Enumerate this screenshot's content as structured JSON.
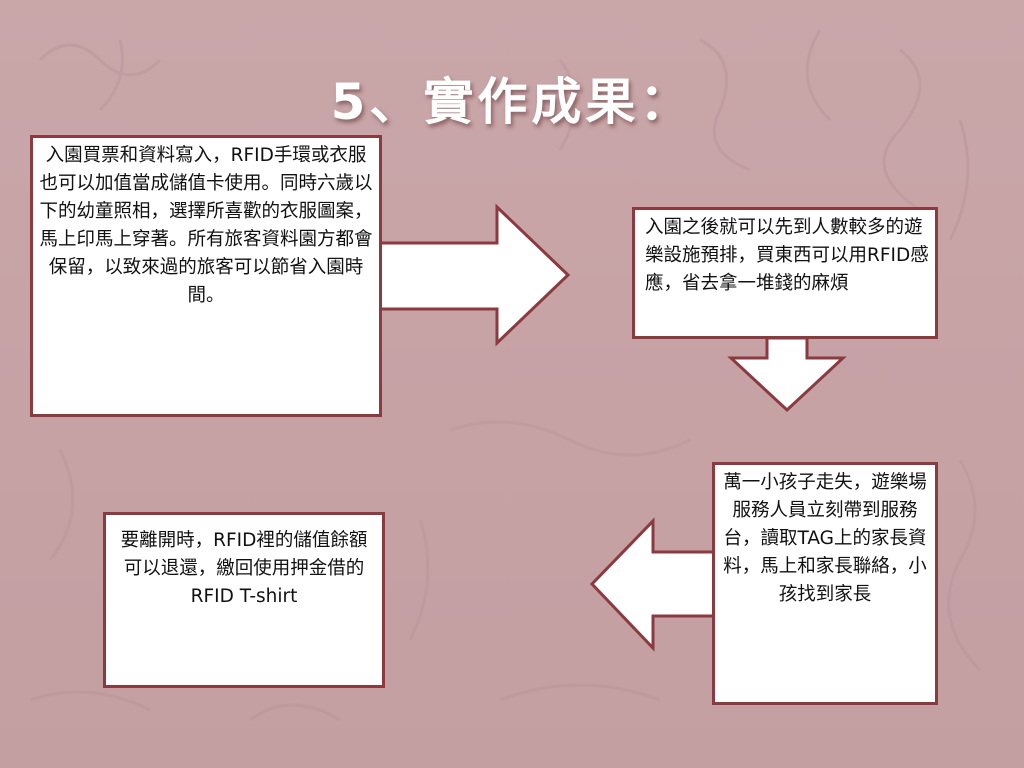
{
  "slide": {
    "title": "5、實作成果：",
    "colors": {
      "background": "#c7a3a6",
      "box_border": "#8b3a3f",
      "arrow_fill": "#ffffff",
      "title_color": "#ffffff"
    },
    "boxes": {
      "ticketing": "入園買票和資料寫入，RFID手環或衣服也可以加值當成儲值卡使用。同時六歲以下的幼童照相，選擇所喜歡的衣服圖案，馬上印馬上穿著。所有旅客資料園方都會保留，以致來過的旅客可以節省入園時間。",
      "reservation": "入園之後就可以先到人數較多的遊樂設施預排，買東西可以用RFID感應，省去拿一堆錢的麻煩",
      "lost_child": "萬一小孩子走失，遊樂場服務人員立刻帶到服務台，讀取TAG上的家長資料，馬上和家長聯絡，小孩找到家長",
      "refund": "要離開時，RFID裡的儲值餘額可以退還，繳回使用押金借的RFID T-shirt"
    }
  }
}
